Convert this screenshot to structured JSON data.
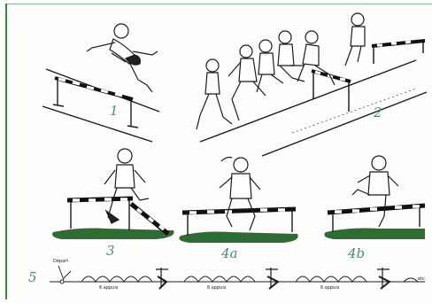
{
  "labels": {
    "fig1": "1",
    "fig2": "2",
    "fig3": "3",
    "fig4a": "4a",
    "fig4b": "4b",
    "fig5": "5"
  },
  "strip": {
    "start": "Départ",
    "steps_1": "6 appuis",
    "steps_2": "6 appuis",
    "steps_3": "6 appuis",
    "end": "etc."
  },
  "colors": {
    "frame": "#2e8b3a",
    "label": "#3f8f78",
    "ground": "#2f6b35",
    "ink": "#1b1b1b",
    "hurdle_dark": "#111111",
    "hurdle_light": "#ffffff"
  }
}
